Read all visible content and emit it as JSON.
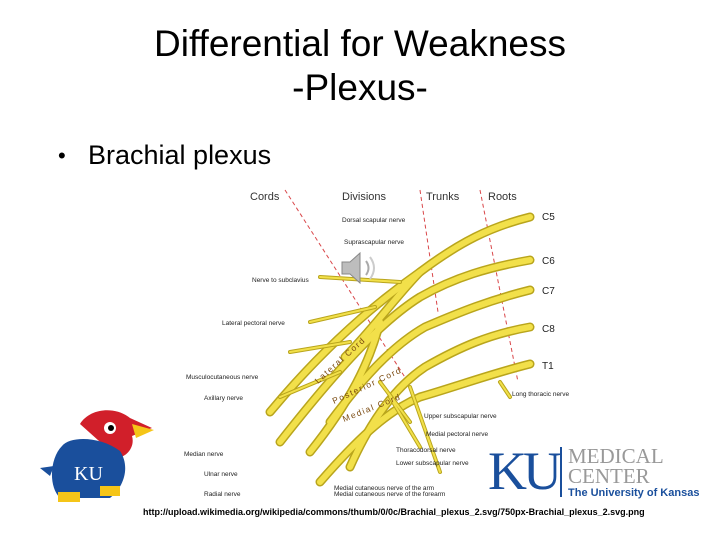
{
  "slide": {
    "title_line1": "Differential for Weakness",
    "title_line2": "-Plexus-",
    "bullet": "Brachial plexus",
    "source_url": "http://upload.wikimedia.org/wikipedia/commons/thumb/0/0c/Brachial_plexus_2.svg/750px-Brachial_plexus_2.svg.png"
  },
  "diagram": {
    "headers": [
      "Cords",
      "Divisions",
      "Trunks",
      "Roots"
    ],
    "roots": [
      "C5",
      "C6",
      "C7",
      "C8",
      "T1"
    ],
    "right_labels": [
      "Dorsal scapular nerve",
      "Suprascapular nerve",
      "Long thoracic nerve"
    ],
    "left_labels": [
      "Nerve to subclavius",
      "Lateral pectoral nerve",
      "Musculocutaneous nerve",
      "Axillary nerve",
      "Median nerve",
      "Ulnar nerve",
      "Radial nerve",
      "Medial cutaneous nerve of the forearm",
      "Medial cutaneous nerve of the arm"
    ],
    "bottom_labels": [
      "Upper subscapular nerve",
      "Medial pectoral nerve",
      "Thoracodorsal nerve",
      "Lower subscapular nerve"
    ],
    "cord_labels": [
      "Lateral Cord",
      "Posterior Cord",
      "Medial Cord"
    ],
    "colors": {
      "nerve": "#f2e04a",
      "nerve_edge": "#b9a51c",
      "divider": "#d9474a",
      "text": "#222222"
    }
  },
  "logos": {
    "mascot_text": "KU",
    "kumc_letters": "KU",
    "kumc_line1": "MEDICAL",
    "kumc_line2": "CENTER",
    "kumc_line3": "The University of Kansas",
    "colors": {
      "ku_blue": "#1a4f9c",
      "ku_red": "#d11f2a",
      "jay_yellow": "#f5c518",
      "gray": "#999999"
    }
  }
}
